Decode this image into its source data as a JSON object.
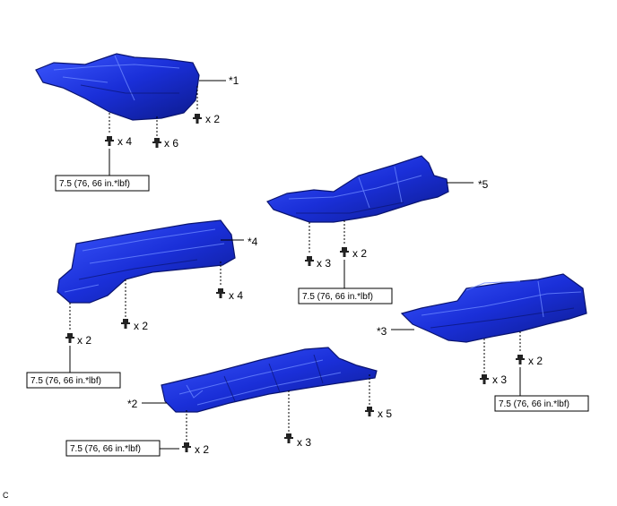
{
  "parts": [
    {
      "id": "p1",
      "callout": "*1"
    },
    {
      "id": "p2",
      "callout": "*2"
    },
    {
      "id": "p3",
      "callout": "*3"
    },
    {
      "id": "p4",
      "callout": "*4"
    },
    {
      "id": "p5",
      "callout": "*5"
    }
  ],
  "fastener_counts": {
    "p1_a": "x 4",
    "p1_b": "x 6",
    "p1_c": "x 2",
    "p4_a": "x 2",
    "p4_b": "x 2",
    "p4_c": "x 4",
    "p5_a": "x 3",
    "p5_b": "x 2",
    "p3_a": "x 3",
    "p3_b": "x 2",
    "p2_a": "x 2",
    "p2_b": "x 3",
    "p2_c": "x 5"
  },
  "torque_spec": "7.5 (76, 66 in.*lbf)",
  "figure_code": "C",
  "colors": {
    "panel": "#1a2fd8",
    "panel_dark": "#0a1470",
    "panel_light": "#5a78ff"
  }
}
